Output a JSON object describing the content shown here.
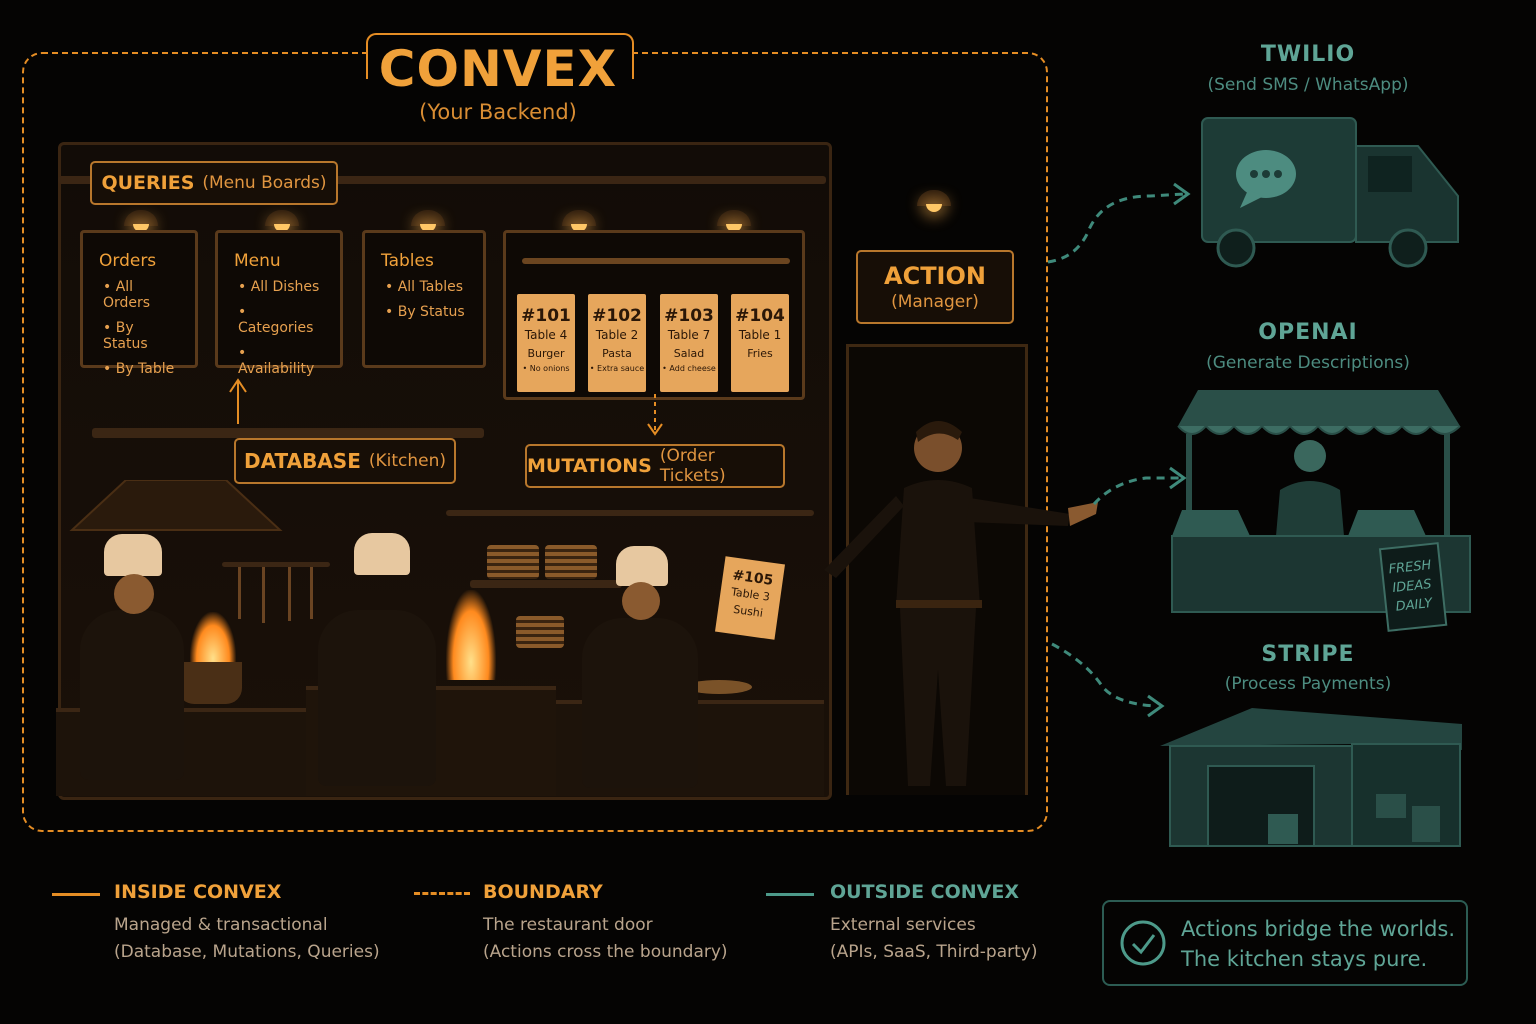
{
  "header": {
    "title": "CONVEX",
    "subtitle": "(Your Backend)"
  },
  "queries": {
    "label": "QUERIES",
    "sub": "(Menu Boards)"
  },
  "boards": [
    {
      "title": "Orders",
      "items": [
        "All Orders",
        "By Status",
        "By Table"
      ]
    },
    {
      "title": "Menu",
      "items": [
        "All Dishes",
        "Categories",
        "Availability"
      ]
    },
    {
      "title": "Tables",
      "items": [
        "All Tables",
        "By Status"
      ]
    }
  ],
  "tickets": [
    {
      "num": "#101",
      "table": "Table 4",
      "dish": "Burger",
      "note": "• No onions"
    },
    {
      "num": "#102",
      "table": "Table 2",
      "dish": "Pasta",
      "note": "• Extra sauce"
    },
    {
      "num": "#103",
      "table": "Table 7",
      "dish": "Salad",
      "note": "• Add cheese"
    },
    {
      "num": "#104",
      "table": "Table 1",
      "dish": "Fries",
      "note": ""
    }
  ],
  "database": {
    "label": "DATABASE",
    "sub": "(Kitchen)"
  },
  "mutations": {
    "label": "MUTATIONS",
    "sub": "(Order Tickets)"
  },
  "action": {
    "label": "ACTION",
    "sub": "(Manager)"
  },
  "held_ticket": {
    "num": "#105",
    "table": "Table 3",
    "dish": "Sushi"
  },
  "external": [
    {
      "name": "TWILIO",
      "sub": "(Send SMS / WhatsApp)"
    },
    {
      "name": "OPENAI",
      "sub": "(Generate Descriptions)"
    },
    {
      "name": "STRIPE",
      "sub": "(Process Payments)"
    }
  ],
  "stall_sign": [
    "FRESH",
    "IDEAS",
    "DAILY"
  ],
  "legend": [
    {
      "head": "INSIDE CONVEX",
      "line1": "Managed & transactional",
      "line2": "(Database, Mutations, Queries)",
      "color": "#e58d24"
    },
    {
      "head": "BOUNDARY",
      "line1": "The restaurant door",
      "line2": "(Actions cross the boundary)",
      "color": "#e58d24"
    },
    {
      "head": "OUTSIDE CONVEX",
      "line1": "External services",
      "line2": "(APIs, SaaS, Third-party)",
      "color": "#4d9a8a"
    }
  ],
  "callout": {
    "line1": "Actions bridge the worlds.",
    "line2": "The kitchen stays pure."
  },
  "colors": {
    "inside": "#e58d24",
    "outside": "#4d9a8a",
    "background": "#050403"
  }
}
